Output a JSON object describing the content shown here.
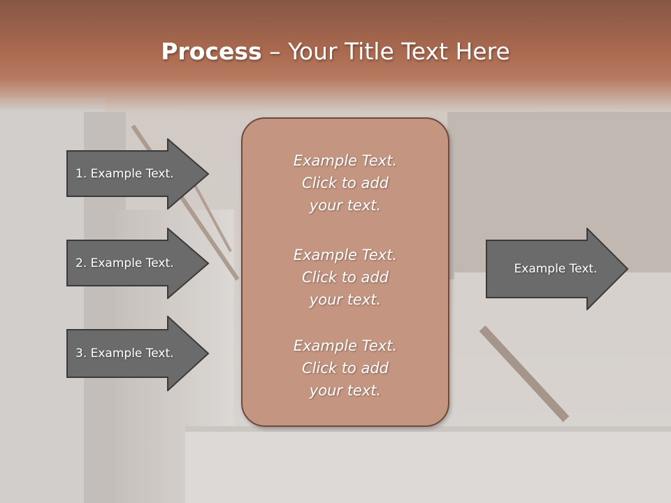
{
  "slide": {
    "title_bold": "Process",
    "title_rest": " – Your Title Text Here"
  },
  "left_steps": [
    {
      "label": "1. Example Text."
    },
    {
      "label": "2. Example Text."
    },
    {
      "label": "3. Example Text."
    }
  ],
  "center_blocks": [
    {
      "line1": "Example Text.",
      "line2": "Click  to add",
      "line3": "your text."
    },
    {
      "line1": "Example Text.",
      "line2": "Click  to add",
      "line3": "your text."
    },
    {
      "line1": "Example Text.",
      "line2": "Click  to add",
      "line3": "your text."
    }
  ],
  "right_arrow": {
    "label": "Example Text."
  },
  "colors": {
    "title_band": "#a9694f",
    "arrow_fill": "#6b6b6b",
    "arrow_stroke": "#3a3a3a",
    "center_box_fill": "#c49580",
    "center_box_stroke": "#6d4a3c",
    "text": "#ffffff"
  }
}
